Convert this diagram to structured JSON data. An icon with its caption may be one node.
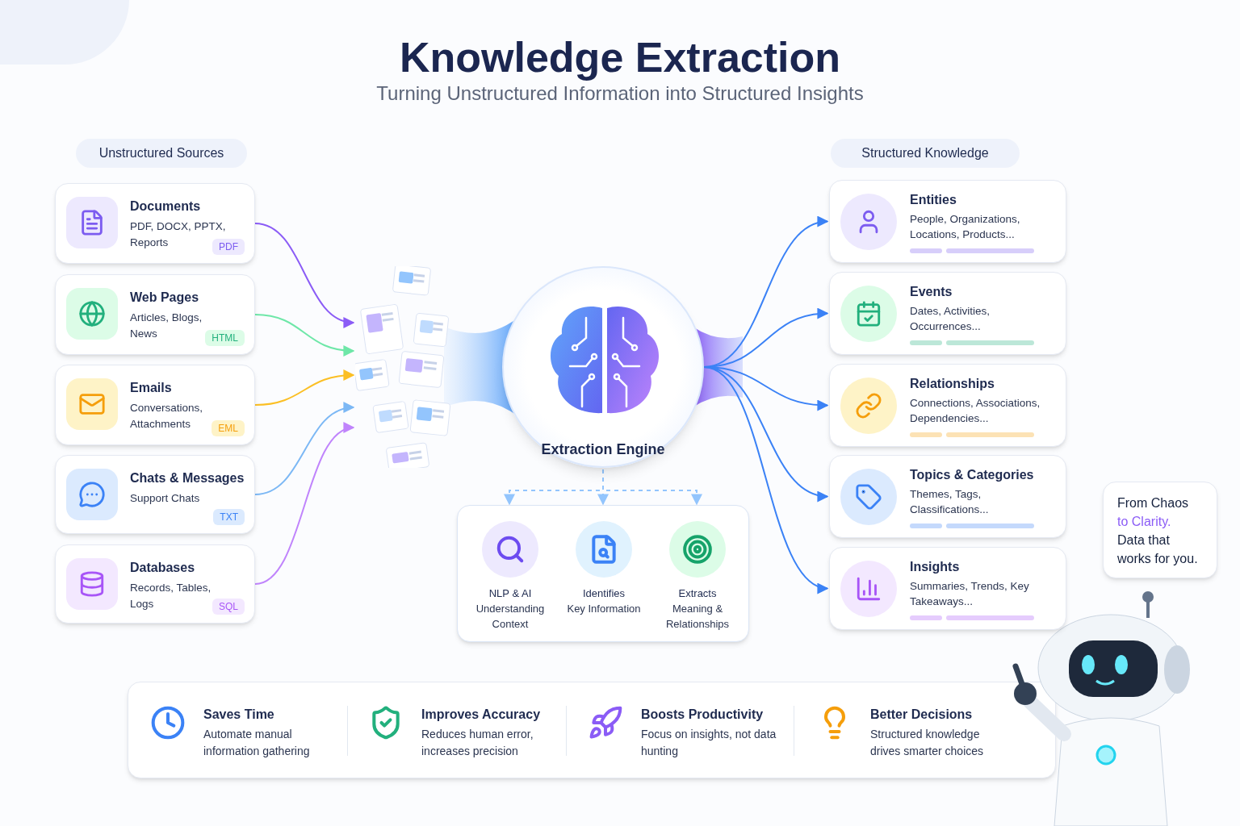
{
  "diagram": {
    "title": "Knowledge Extraction",
    "nodes": [
      {
        "text": [
          "Unstructured Sources"
        ]
      },
      {
        "text": [
          "Documents",
          "PDF, DOCX, PPTX, Reports",
          "PDF"
        ]
      },
      {
        "text": [
          "Web Pages",
          "Articles, Blogs, News",
          "HTML"
        ]
      },
      {
        "text": [
          "Emails",
          "Conversations, Attachments",
          "EML"
        ]
      },
      {
        "text": [
          "Chats & Messages",
          "Support Chats",
          "TXT"
        ]
      },
      {
        "text": [
          "Databases",
          "Records, Tables, Logs",
          "SQL"
        ]
      },
      {
        "text": [],
        "shape": "picture"
      },
      {
        "text": [
          "Extraction Engine"
        ]
      },
      {
        "text": [],
        "shape": "box"
      },
      {
        "text": [
          "NLP & AI",
          "Understanding Context"
        ],
        "in": 8
      },
      {
        "text": [
          "Identifies",
          "Key Information"
        ],
        "in": 8
      },
      {
        "text": [
          "Extracts",
          "Meaning & Relationships"
        ],
        "in": 8
      },
      {
        "text": [
          "Structured Knowledge"
        ]
      },
      {
        "text": [
          "Entities",
          "People, Organizations, Locations, Products..."
        ]
      },
      {
        "text": [
          "Events",
          "Dates, Activities, Occurrences..."
        ]
      },
      {
        "text": [
          "Relationships",
          "Connections, Associations, Dependencies..."
        ]
      },
      {
        "text": [
          "Topics & Categories",
          "Themes, Tags, Classifications..."
        ]
      },
      {
        "text": [
          "Insights",
          "Summaries, Trends, Key Takeaways..."
        ]
      },
      {
        "text": [
          "Saves Time",
          "Automate manual information gathering"
        ]
      },
      {
        "text": [
          "Improves Accuracy",
          "Reduces human error, increases precision"
        ]
      },
      {
        "text": [
          "Boosts Productivity",
          "Focus on insights, not data hunting"
        ]
      },
      {
        "text": [
          "Better Decisions",
          "Structured knowledge drives smarter choices"
        ]
      },
      {
        "text": [
          "From Chaos",
          "to Clarity.",
          "Data that works for you."
        ]
      }
    ],
    "edges": [
      {
        "from": 1,
        "to": 6,
        "arrow": "to",
        "color": "#8b5cf6"
      },
      {
        "from": 2,
        "to": 6,
        "arrow": "to",
        "color": "#6ee7a8"
      },
      {
        "from": 3,
        "to": 6,
        "arrow": "to",
        "color": "#fbbf24"
      },
      {
        "from": 4,
        "to": 6,
        "arrow": "to",
        "color": "#7cb8f5"
      },
      {
        "from": 5,
        "to": 6,
        "arrow": "to",
        "color": "#c084fc"
      },
      {
        "from": 7,
        "to": 9,
        "arrow": "to",
        "style": "dashed",
        "color": "#93c5fd"
      },
      {
        "from": 7,
        "to": 10,
        "arrow": "to",
        "style": "dashed",
        "color": "#93c5fd"
      },
      {
        "from": 7,
        "to": 11,
        "arrow": "to",
        "style": "dashed",
        "color": "#93c5fd"
      },
      {
        "from": 7,
        "to": 13,
        "arrow": "to"
      },
      {
        "from": 7,
        "to": 14,
        "arrow": "to"
      },
      {
        "from": 7,
        "to": 15,
        "arrow": "to"
      },
      {
        "from": 7,
        "to": 16,
        "arrow": "to"
      },
      {
        "from": 7,
        "to": 17,
        "arrow": "to"
      }
    ],
    "labels": [
      "Turning Unstructured Information into Structured Insights"
    ]
  }
}
